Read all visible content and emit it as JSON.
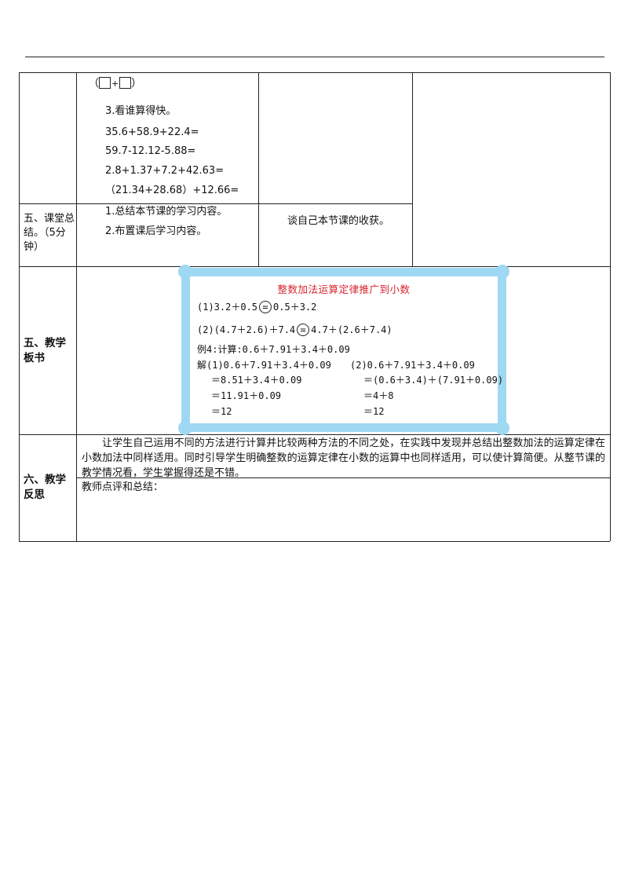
{
  "row1": {
    "fill_expr": {
      "open": "（",
      "plus": "+",
      "close": "）"
    },
    "task_title": "3.看谁算得快。",
    "exercises": [
      "35.6+58.9+22.4=",
      "59.7-12.12-5.88=",
      "2.8+1.37+7.2+42.63=",
      "（21.34+28.68）+12.66="
    ]
  },
  "row2": {
    "label": "五、课堂总结。（5分钟）",
    "teacher": [
      "1.总结本节课的学习内容。",
      "2.布置课后学习内容。"
    ],
    "student": "谈自己本节课的收获。"
  },
  "row3": {
    "label": "五、教学板书",
    "board": {
      "title": "整数加法运算定律推广到小数",
      "line1_a": "(1)3.2＋0.5",
      "line1_eq": "=",
      "line1_b": "0.5＋3.2",
      "line2_a": "(2)(4.7＋2.6)＋7.4",
      "line2_eq": "=",
      "line2_b": "4.7＋(2.6＋7.4)",
      "example": "例4:计算:0.6＋7.91＋3.4＋0.09",
      "left_steps": [
        "解(1)0.6＋7.91＋3.4＋0.09",
        "＝8.51＋3.4＋0.09",
        "＝11.91＋0.09",
        "＝12"
      ],
      "right_steps": [
        "(2)0.6＋7.91＋3.4＋0.09",
        "＝(0.6＋3.4)＋(7.91＋0.09)",
        "＝4＋8",
        "＝12"
      ]
    }
  },
  "row4": {
    "label": "六、教学反思",
    "reflection": "让学生自己运用不同的方法进行计算并比较两种方法的不同之处，在实践中发现并总结出整数加法的运算定律在小数加法中同样适用。同时引导学生明确整数的运算定律在小数的运算中也同样适用，可以使计算简便。从整节课的教学情况看，学生掌握得还是不错。",
    "comment_label": "教师点评和总结："
  }
}
